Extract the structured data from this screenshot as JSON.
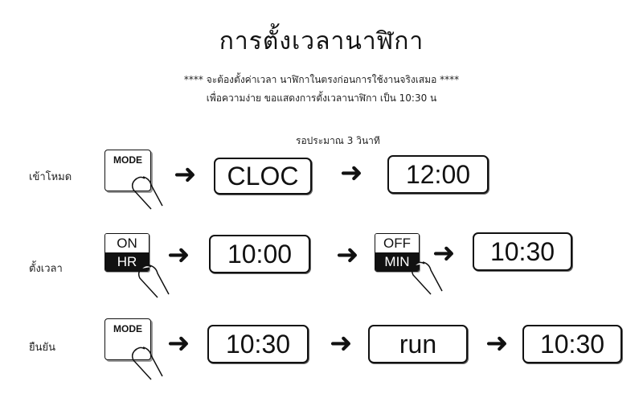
{
  "title": "การตั้งเวลานาฬิกา",
  "notes": {
    "line1": "**** จะต้องตั้งค่าเวลา นาฬิกาในตรงก่อนการใช้งานจริงเสมอ ****",
    "line2": "เพื่อความง่าย ขอแสดงการตั้งเวลานาฬิกา เป็น 10:30 น"
  },
  "wait_label": "รอประมาณ 3 วินาที",
  "rows": [
    {
      "label": "เข้าโหมด",
      "button": "MODE",
      "displays": [
        "CLOC",
        "12:00"
      ]
    },
    {
      "label": "ตั้งเวลา",
      "hr_button": {
        "top": "ON",
        "bottom": "HR"
      },
      "display1": "10:00",
      "min_button": {
        "top": "OFF",
        "bottom": "MIN"
      },
      "display2": "10:30"
    },
    {
      "label": "ยืนยัน",
      "button": "MODE",
      "displays": [
        "10:30",
        "run",
        "10:30"
      ]
    }
  ],
  "arrow_glyph": "➜",
  "icons": [
    "finger-press-icon",
    "arrow-right-icon"
  ]
}
